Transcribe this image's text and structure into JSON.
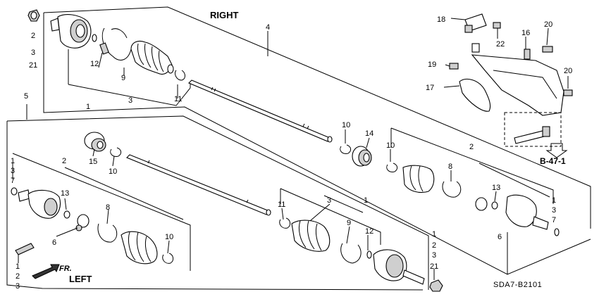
{
  "section_labels": {
    "right": "RIGHT",
    "left": "LEFT"
  },
  "direction_arrow": {
    "label": "FR."
  },
  "reference": {
    "label": "B-47-1"
  },
  "diagram_code": "SDA7-B2101",
  "callouts": {
    "top_left_stack": [
      "2",
      "3",
      "21"
    ],
    "right_shaft_assy": "4",
    "left_shaft_assy": "5",
    "r_outer_boot_band": "12",
    "r_outer_boot": "9",
    "r_boot_stack": "3",
    "r_joint_set": "1",
    "r_inner_clip": "11",
    "r_band_a": "10",
    "r_dynamic_damper": "14",
    "r_band_b": "10",
    "r_inboard_assy": "2",
    "r_inner_boot": "8",
    "r_circlip": "13",
    "r_stop_ring": "6",
    "r_right_stack": [
      "1",
      "3",
      "7"
    ],
    "bracket_a": "18",
    "bracket_bolt_a": "22",
    "bracket_bolt_b": "20",
    "bracket_bolt_c": "16",
    "bracket_bolt_d": "19",
    "bearing_support": "17",
    "bracket_bolt_e": "20",
    "l_damper": "15",
    "l_band": "10",
    "l_left_stack": [
      "1",
      "3",
      "7"
    ],
    "l_inboard": "2",
    "l_circlip": "13",
    "l_inner_boot": "8",
    "l_stop_ring": "6",
    "l_band_b": "10",
    "l_boot_stack": "3",
    "l_joint_set": "1",
    "l_clip": "11",
    "l_outer_boot": "9",
    "l_outer_band": "12",
    "l_bottom_stack": [
      "1",
      "2",
      "3",
      "21"
    ],
    "l_bottom_left_stack": [
      "1",
      "2",
      "3"
    ]
  },
  "colors": {
    "line": "#000000",
    "background": "#ffffff",
    "shade": "#cfcfcf"
  }
}
